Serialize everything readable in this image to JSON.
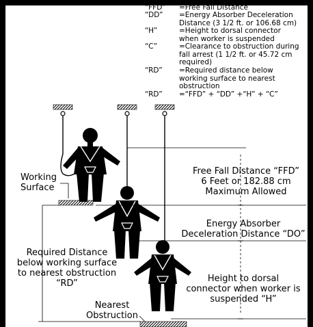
{
  "legend": [
    {
      "key": "“FFD”",
      "value": "=Free Fall Distance"
    },
    {
      "key": "“DD”",
      "value": "=Energy Absorber Deceleration Distance (3 1/2 ft. or 106.68 cm)"
    },
    {
      "key": "“H”",
      "value": "=Height to dorsal connector when worker is suspended"
    },
    {
      "key": "“C”",
      "value": "=Clearance to obstruction during fall arrest (1 1/2 ft. or 45.72 cm required)"
    },
    {
      "key": "“RD”",
      "value": "=Required distance below working surface to nearest obstruction"
    },
    {
      "key": "“RD”",
      "value": "=“FFD” + “DD” +“H” + “C”"
    }
  ],
  "labels": {
    "ffd": [
      "Free Fall Distance “FFD”",
      "6 Feet or 182.88 cm",
      "Maximum Allowed"
    ],
    "dd": [
      "Energy Absorber",
      "Deceleration Distance “DO”"
    ],
    "h": [
      "Height to dorsal",
      "connector when worker is",
      "suspended “H”"
    ],
    "rd": [
      "Required Distance",
      "below working surface",
      "to nearest obstruction",
      "“RD”"
    ],
    "working_surface": [
      "Working",
      "Surface"
    ],
    "nearest_obstruction": [
      "Nearest",
      "Obstruction"
    ]
  }
}
